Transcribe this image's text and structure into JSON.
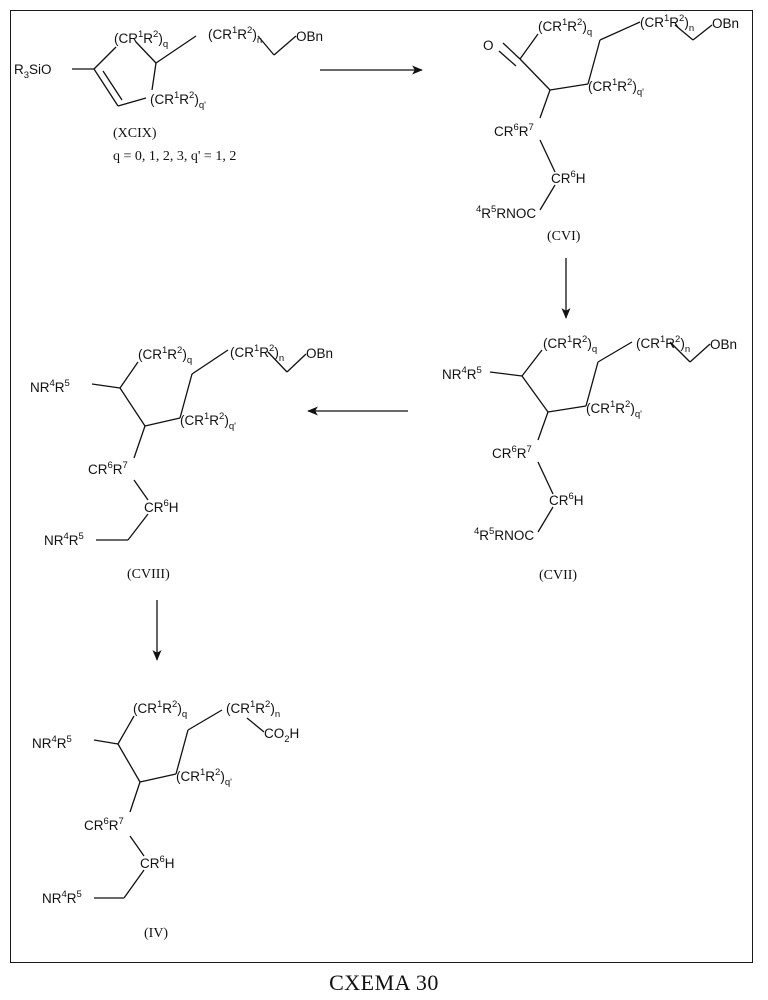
{
  "caption": "CXEMA 30",
  "compounds": {
    "xcix": {
      "label": "(XCIX)",
      "note": "q = 0, 1, 2, 3, q' = 1, 2",
      "r3sio": "R3SiO",
      "cr_q": "(CR1R2)q",
      "cr_n": "(CR1R2)n",
      "obn": "OBn",
      "cr_qp": "(CR1R2)q'"
    },
    "cvi": {
      "label": "(CVI)",
      "oxo": "O",
      "cr_q": "(CR1R2)q",
      "cr_n": "(CR1R2)n",
      "obn": "OBn",
      "cr_qp": "(CR1R2)q'",
      "cr6r7": "CR6R7",
      "cr6h": "CR6H",
      "amide": "4R5RNOC"
    },
    "cvii": {
      "label": "(CVII)",
      "amine": "NR4R5",
      "cr_q": "(CR1R2)q",
      "cr_n": "(CR1R2)n",
      "obn": "OBn",
      "cr_qp": "(CR1R2)q'",
      "cr6r7": "CR6R7",
      "cr6h": "CR6H",
      "amide": "4R5RNOC"
    },
    "cviii": {
      "label": "(CVIII)",
      "amine": "NR4R5",
      "cr_q": "(CR1R2)q",
      "cr_n": "(CR1R2)n",
      "obn": "OBn",
      "cr_qp": "(CR1R2)q'",
      "cr6r7": "CR6R7",
      "cr6h": "CR6H",
      "amine2": "NR4R5"
    },
    "iv": {
      "label": "(IV)",
      "amine": "NR4R5",
      "cr_q": "(CR1R2)q",
      "cr_n": "(CR1R2)n",
      "acid": "CO2H",
      "cr_qp": "(CR1R2)q'",
      "cr6r7": "CR6R7",
      "cr6h": "CR6H",
      "amine2": "NR4R5"
    }
  }
}
